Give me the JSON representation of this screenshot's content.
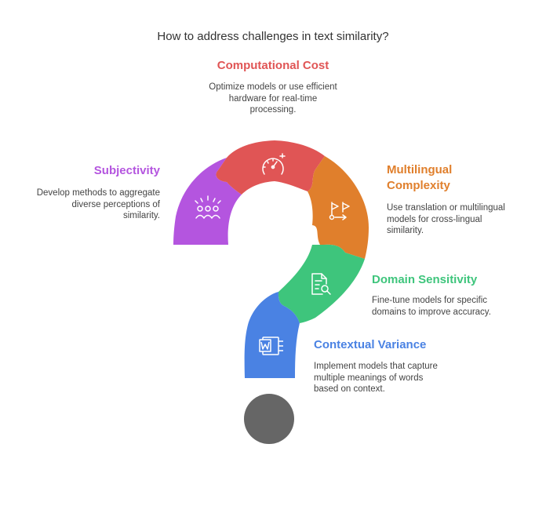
{
  "title": "How to address challenges in text similarity?",
  "colors": {
    "subjectivity": "#b455df",
    "computational": "#e05555",
    "multilingual": "#e07f2c",
    "domain": "#3ec57c",
    "contextual": "#4a82e3",
    "dot": "#666666"
  },
  "items": [
    {
      "key": "computational",
      "heading": "Computational Cost",
      "description": "Optimize models or use efficient hardware for real-time processing.",
      "desc_lines": [
        "Optimize models or use efficient",
        "hardware for real-time",
        "processing."
      ],
      "icon": "speedometer-icon"
    },
    {
      "key": "subjectivity",
      "heading": "Subjectivity",
      "description": "Develop methods to aggregate diverse perceptions of similarity.",
      "desc_lines": [
        "Develop methods to aggregate",
        "diverse perceptions of",
        "similarity."
      ],
      "icon": "celebrating-people-icon"
    },
    {
      "key": "multilingual",
      "heading": "Multilingual Complexity",
      "heading_lines": [
        "Multilingual",
        "Complexity"
      ],
      "description": "Use translation or multilingual models for cross-lingual similarity.",
      "desc_lines": [
        "Use translation or multilingual",
        "models for cross-lingual",
        "similarity."
      ],
      "icon": "flags-path-icon"
    },
    {
      "key": "domain",
      "heading": "Domain Sensitivity",
      "description": "Fine-tune models for specific domains to improve accuracy.",
      "desc_lines": [
        "Fine-tune models for specific",
        "domains to improve accuracy."
      ],
      "icon": "document-search-icon"
    },
    {
      "key": "contextual",
      "heading": "Contextual Variance",
      "description": "Implement models that capture multiple meanings of words based on context.",
      "desc_lines": [
        "Implement models that capture",
        "multiple meanings of words",
        "based on context."
      ],
      "icon": "word-document-icon"
    }
  ]
}
